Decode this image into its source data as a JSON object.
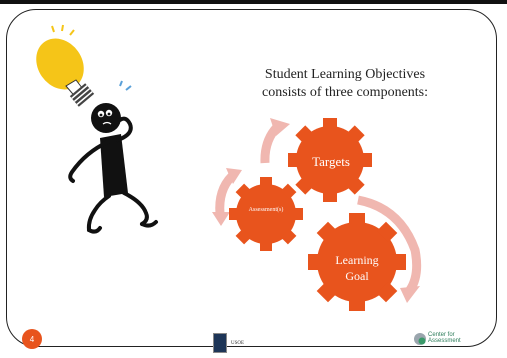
{
  "slide": {
    "title_line1": "Student Learning Objectives",
    "title_line2": "consists of three components:",
    "page_number": "4"
  },
  "gears": {
    "targets": "Targets",
    "assessments": "Assessment(s)",
    "goal_line1": "Learning",
    "goal_line2": "Goal"
  },
  "footer": {
    "usoe_label": "USOE",
    "cfa_line1": "Center for",
    "cfa_line2": "Assessment"
  },
  "colors": {
    "gear": "#e8541d",
    "cycle_arrow": "#f0b7b0",
    "bulb": "#f5c518"
  }
}
